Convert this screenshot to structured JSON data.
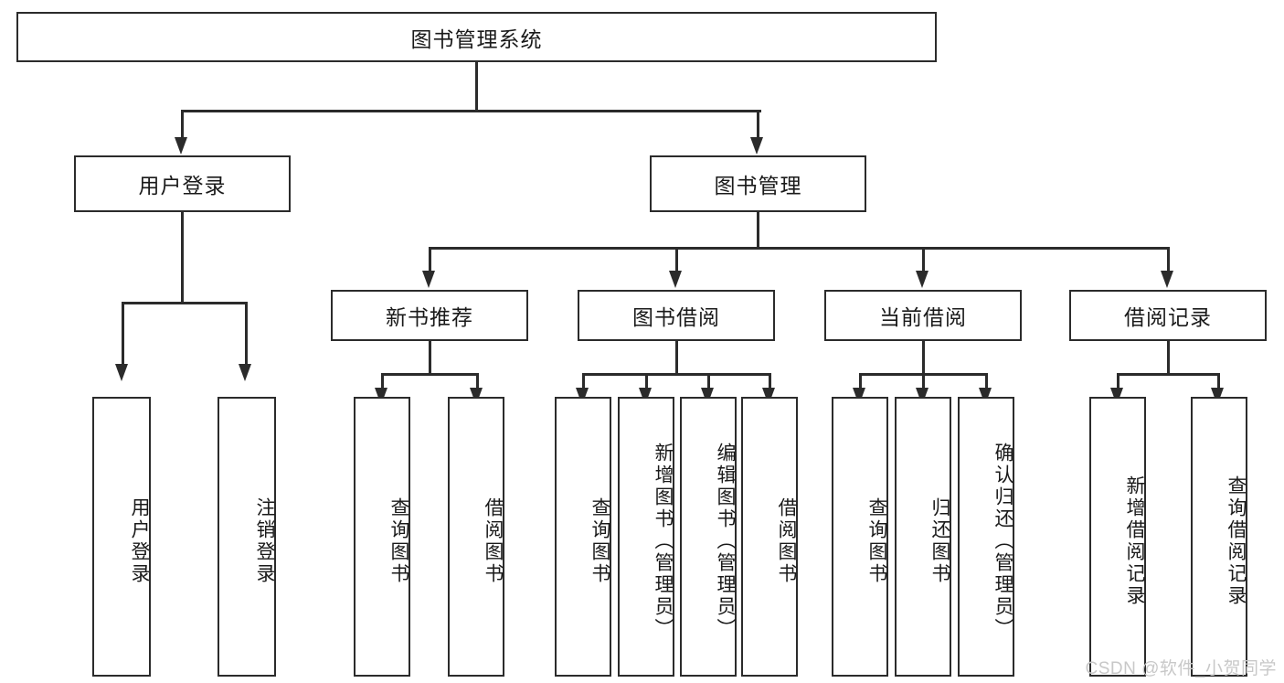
{
  "diagram": {
    "title": "图书管理系统",
    "type": "tree-hierarchy-chart",
    "colors": {
      "box_border": "#2b2b2b",
      "box_fill": "#ffffff",
      "connector": "#2b2b2b",
      "text": "#1a1a1a",
      "watermark": "#c8c8c8",
      "background": "#ffffff"
    },
    "root": {
      "label": "图书管理系统"
    },
    "level2": [
      {
        "label": "用户登录"
      },
      {
        "label": "图书管理"
      }
    ],
    "level3": [
      {
        "label": "新书推荐"
      },
      {
        "label": "图书借阅"
      },
      {
        "label": "当前借阅"
      },
      {
        "label": "借阅记录"
      }
    ],
    "leaves": {
      "user_login": [
        {
          "label": "用户登录"
        },
        {
          "label": "注销登录"
        }
      ],
      "new_book_recommend": [
        {
          "label": "查询图书"
        },
        {
          "label": "借阅图书"
        }
      ],
      "book_borrow": [
        {
          "label": "查询图书"
        },
        {
          "label": "新增图书（管理员）"
        },
        {
          "label": "编辑图书（管理员）"
        },
        {
          "label": "借阅图书"
        }
      ],
      "current_borrow": [
        {
          "label": "查询图书"
        },
        {
          "label": "归还图书"
        },
        {
          "label": "确认归还（管理员）"
        }
      ],
      "borrow_record": [
        {
          "label": "新增借阅记录"
        },
        {
          "label": "查询借阅记录"
        }
      ]
    }
  },
  "watermark": {
    "text": "CSDN @软件_小贺同学"
  }
}
